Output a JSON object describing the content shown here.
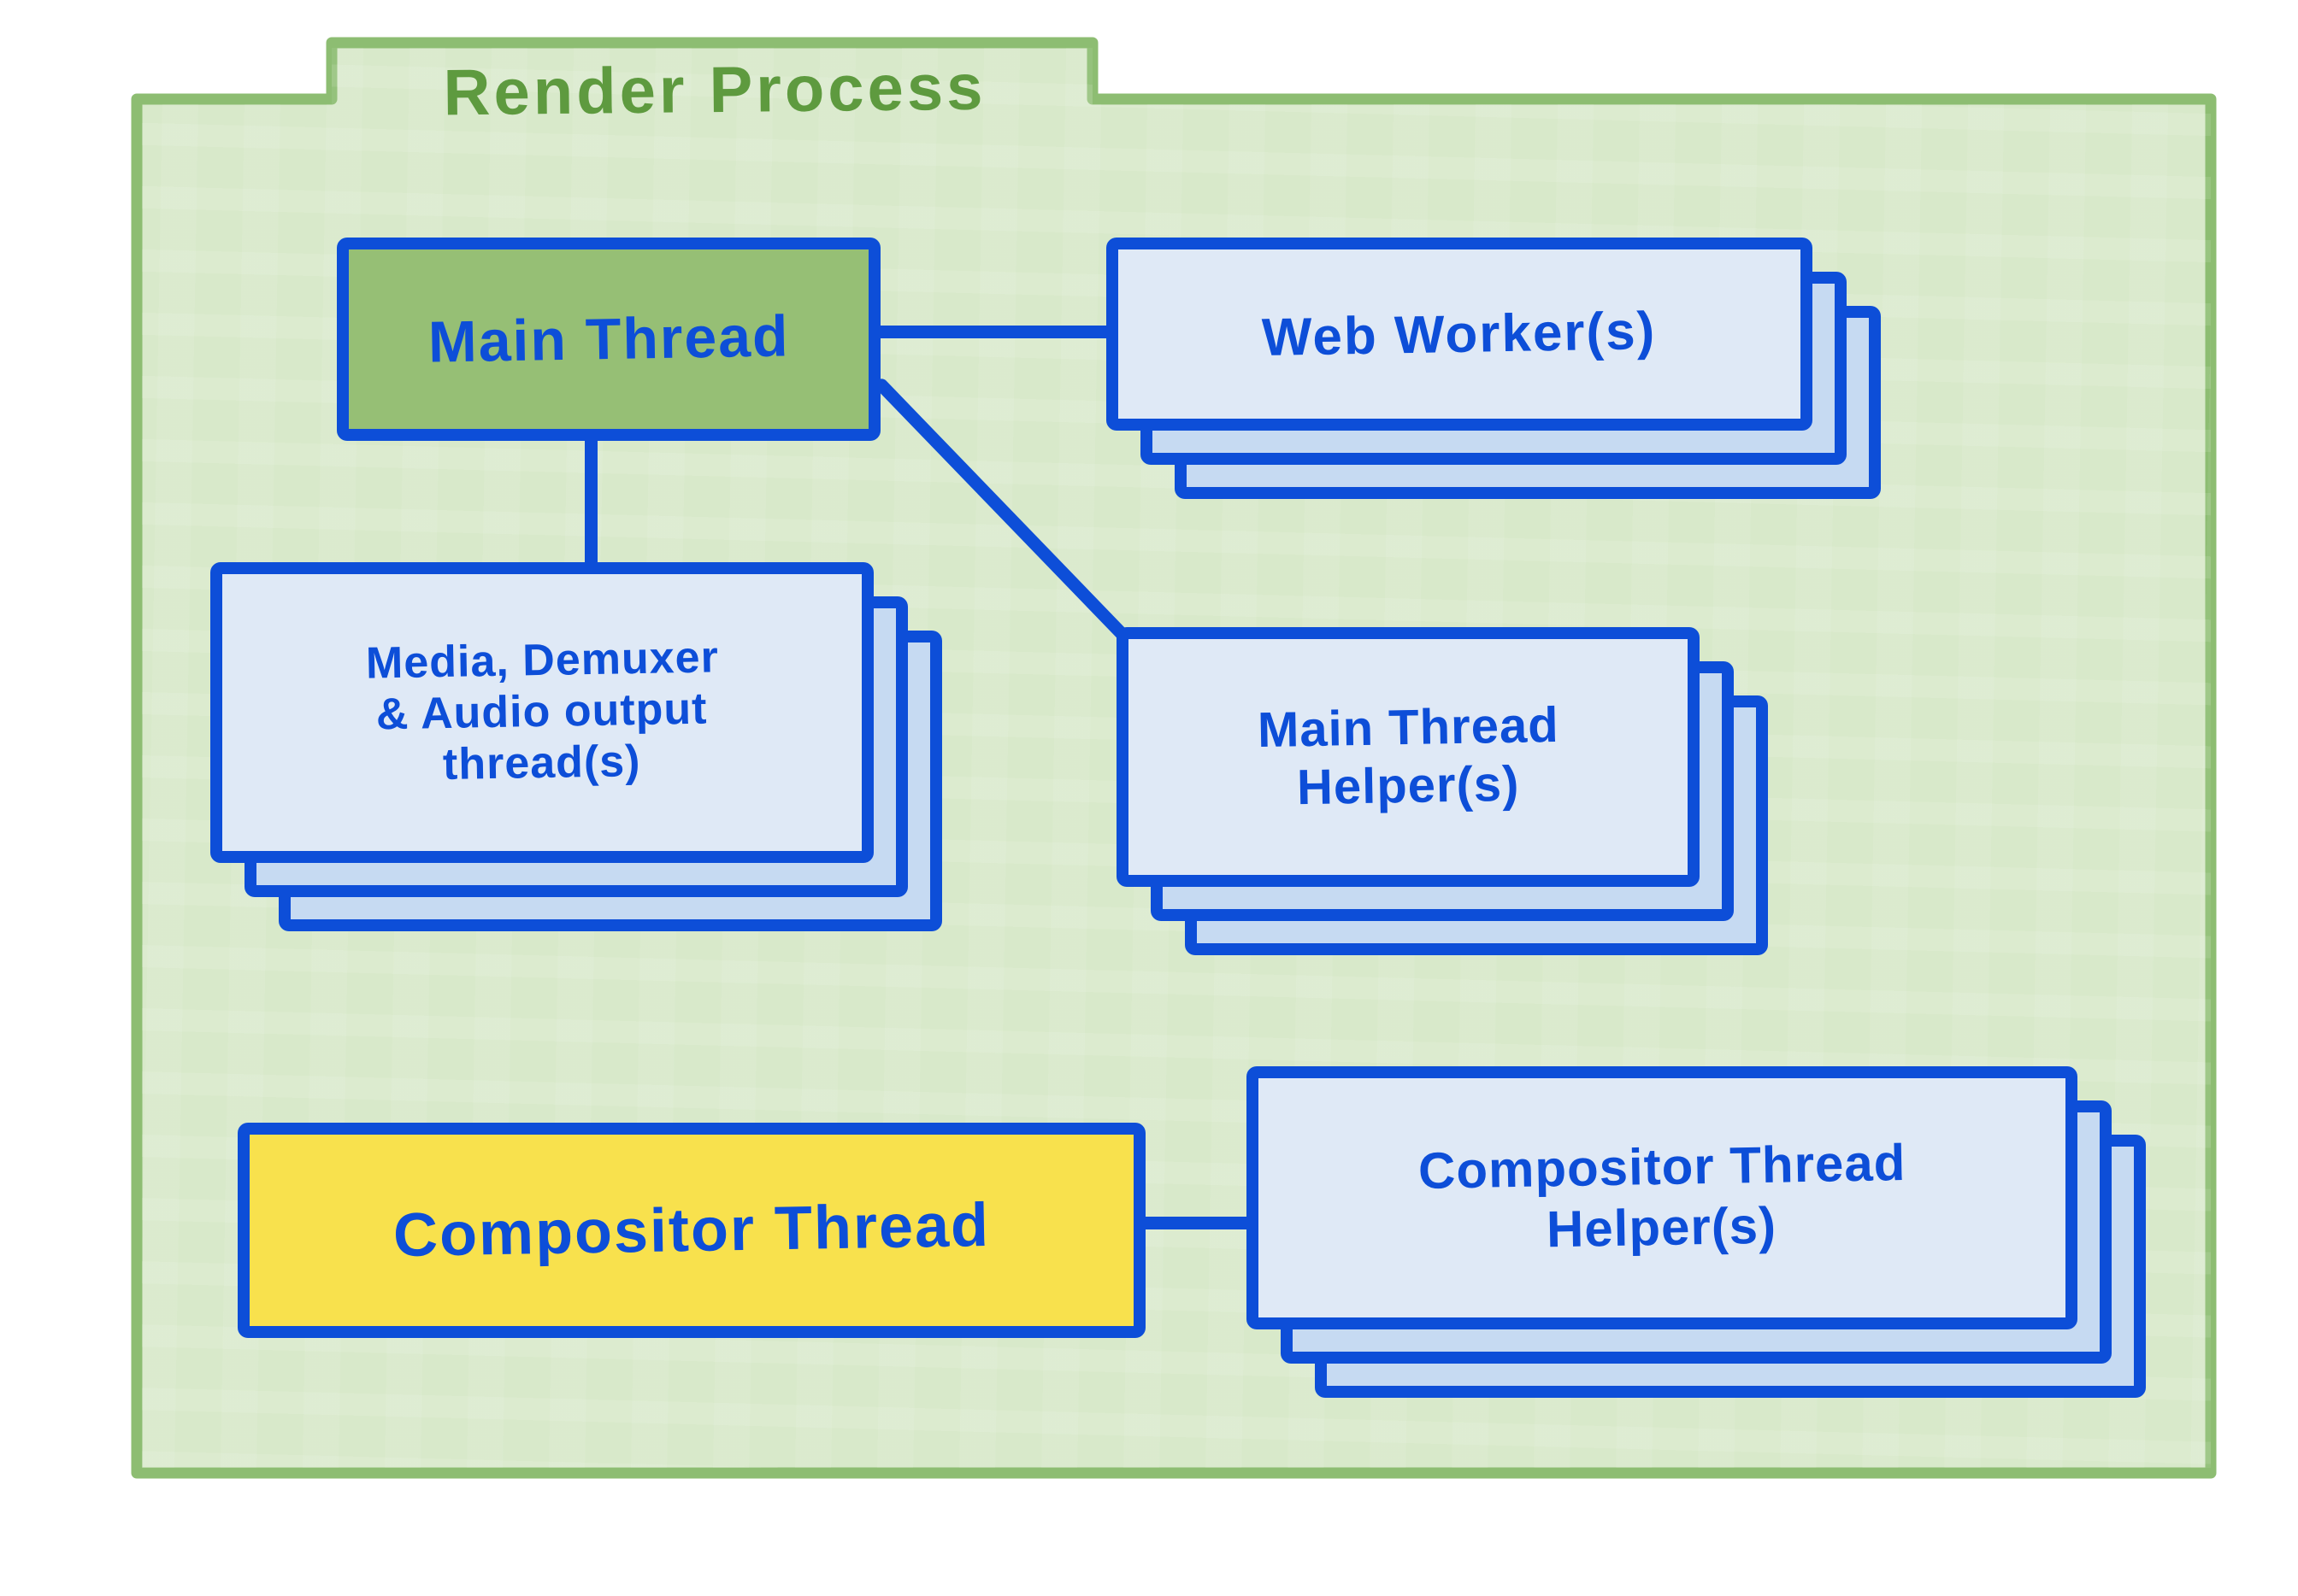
{
  "diagram": {
    "title": "Render Process",
    "colors": {
      "container_fill": "#d8e9ca",
      "container_border": "#8dbd72",
      "title_green": "#5e9a3f",
      "blue": "#0d4ed8",
      "card_fill": "#dfe9f6",
      "card_back_fill": "#c6daf2",
      "main_thread_fill": "#96bf75",
      "compositor_fill": "#f8e14d"
    },
    "nodes": [
      {
        "id": "main-thread",
        "label": "Main Thread",
        "style": "green",
        "stacked": false
      },
      {
        "id": "web-workers",
        "label": "Web Worker(s)",
        "lines": [
          "Web Worker(s)"
        ],
        "stacked": true
      },
      {
        "id": "media-demuxer-audio-threads",
        "label": "Media, Demuxer & Audio output thread(s)",
        "lines": [
          "Media, Demuxer",
          "& Audio output",
          "thread(s)"
        ],
        "stacked": true
      },
      {
        "id": "main-thread-helpers",
        "label": "Main Thread Helper(s)",
        "lines": [
          "Main Thread",
          "Helper(s)"
        ],
        "stacked": true
      },
      {
        "id": "compositor-thread",
        "label": "Compositor Thread",
        "style": "yellow",
        "stacked": false
      },
      {
        "id": "compositor-thread-helpers",
        "label": "Compositor Thread Helper(s)",
        "lines": [
          "Compositor Thread",
          "Helper(s)"
        ],
        "stacked": true
      }
    ],
    "edges": [
      {
        "from": "main-thread",
        "to": "web-workers"
      },
      {
        "from": "main-thread",
        "to": "media-demuxer-audio-threads"
      },
      {
        "from": "main-thread",
        "to": "main-thread-helpers"
      },
      {
        "from": "compositor-thread",
        "to": "compositor-thread-helpers"
      }
    ]
  }
}
